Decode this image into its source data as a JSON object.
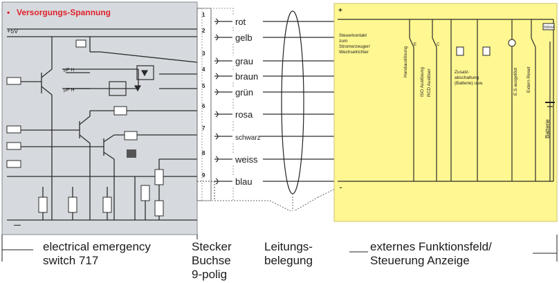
{
  "left_panel": {
    "title": "Versorgungs-Spannung",
    "supply_label": "+5V",
    "component_labels": [
      "µP H",
      "µP H"
    ],
    "minus_label": "—"
  },
  "connector": {
    "pins": [
      "1",
      "2",
      "3",
      "4",
      "5",
      "6",
      "7",
      "8",
      "9"
    ]
  },
  "wires": [
    "rot",
    "gelb",
    "grau",
    "braun",
    "grün",
    "rosa",
    "schwarz",
    "weiss",
    "blau"
  ],
  "right_panel": {
    "plus_label": "+",
    "minus_label": "-",
    "control_contact": "Steuerkontakt zum Stromerzeuger/ Wechselrichter",
    "vertical_labels": [
      "Handauslösung",
      "ISO Auslösung",
      "RCD Auslöser",
      "E.S ausgelöst",
      "Extern Reset",
      "Batterie"
    ],
    "extra_label": "Zusatz-abschaltung (Batterie) usw.",
    "small_box_label": "500mA"
  },
  "captions": {
    "left_1": "electrical emergency",
    "left_2": "switch 717",
    "stecker": "Stecker",
    "buchse": "Buchse",
    "polig": "9-polig",
    "leitung_1": "Leitungs-",
    "leitung_2": "belegung",
    "right_1": "externes Funktionsfeld/",
    "right_2": "Steuerung Anzeige"
  }
}
